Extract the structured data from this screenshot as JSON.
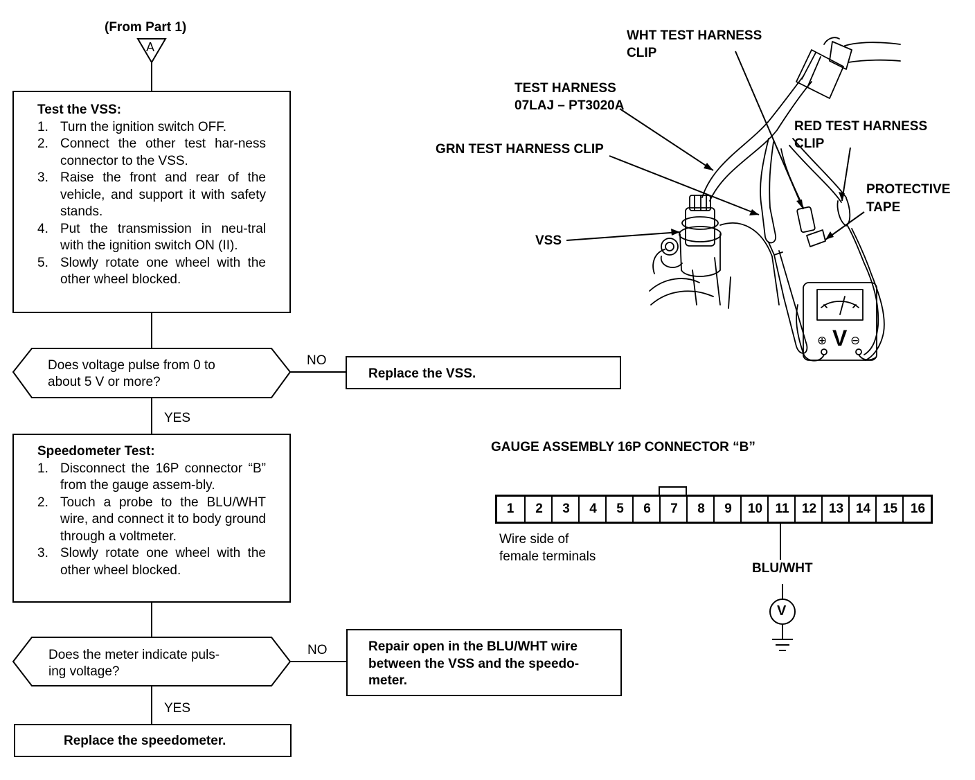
{
  "flow": {
    "from_label": "(From Part 1)",
    "connector_letter": "A",
    "test_vss": {
      "title": "Test the VSS:",
      "steps": [
        {
          "num": "1.",
          "text": "Turn the ignition switch OFF."
        },
        {
          "num": "2.",
          "text": "Connect the other test har-ness connector to the VSS."
        },
        {
          "num": "3.",
          "text": "Raise the front and rear of the vehicle, and support it with safety stands."
        },
        {
          "num": "4.",
          "text": "Put the transmission in neu-tral with the ignition switch ON (II)."
        },
        {
          "num": "5.",
          "text": "Slowly rotate one wheel with the other wheel blocked."
        }
      ]
    },
    "decision1": {
      "line1": "Does voltage pulse from 0 to",
      "line2": "about 5 V or more?",
      "no": "NO",
      "yes": "YES"
    },
    "action1": "Replace the VSS.",
    "speedo_test": {
      "title": "Speedometer Test:",
      "steps": [
        {
          "num": "1.",
          "text": "Disconnect the 16P connector “B” from the gauge assem-bly."
        },
        {
          "num": "2.",
          "text": "Touch a probe to the BLU/WHT wire, and connect it to body ground through a voltmeter."
        },
        {
          "num": "3.",
          "text": "Slowly rotate one wheel with the other wheel blocked."
        }
      ]
    },
    "decision2": {
      "line1": "Does the meter indicate puls-",
      "line2": "ing voltage?",
      "no": "NO",
      "yes": "YES"
    },
    "action2": {
      "line1": "Repair open in the BLU/WHT wire",
      "line2": "between the VSS and the speedo-",
      "line3": "meter."
    },
    "action3": "Replace the speedometer."
  },
  "illustration": {
    "wht_clip_line1": "WHT TEST HARNESS",
    "wht_clip_line2": "CLIP",
    "test_harness_line1": "TEST HARNESS",
    "test_harness_line2": "07LAJ – PT3020A",
    "red_clip_line1": "RED TEST HARNESS",
    "red_clip_line2": "CLIP",
    "grn_clip": "GRN TEST HARNESS CLIP",
    "protective_tape_line1": "PROTECTIVE",
    "protective_tape_line2": "TAPE",
    "vss": "VSS",
    "meter_symbol": "V",
    "meter_plus": "⊕",
    "meter_minus": "⊖"
  },
  "connector": {
    "title": "GAUGE ASSEMBLY 16P CONNECTOR “B”",
    "pins": [
      "1",
      "2",
      "3",
      "4",
      "5",
      "6",
      "7",
      "8",
      "9",
      "10",
      "11",
      "12",
      "13",
      "14",
      "15",
      "16"
    ],
    "wire_side_line1": "Wire side of",
    "wire_side_line2": "female terminals",
    "wire_color": "BLU/WHT",
    "meter_symbol": "V"
  }
}
